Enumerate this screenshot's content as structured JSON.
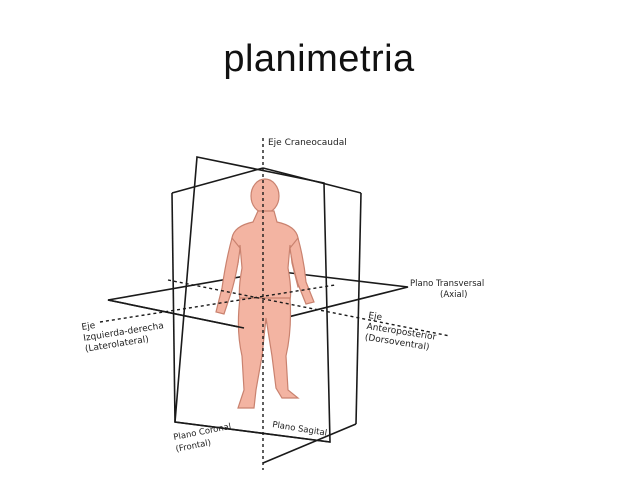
{
  "slide": {
    "title": "planimetria"
  },
  "diagram": {
    "labels": {
      "eje_craneocaudal": "Eje Craneocaudal",
      "plano_transversal": "Plano Transversal",
      "plano_transversal_sub": "(Axial)",
      "eje_lateral": "Eje",
      "eje_lateral_sub1": "Izquierda-derecha",
      "eje_lateral_sub2": "(Laterolateral)",
      "eje_antero": "Eje",
      "eje_antero_sub1": "Anteroposterior",
      "eje_antero_sub2": "(Dorsoventral)",
      "plano_coronal": "Plano Coronal",
      "plano_coronal_sub": "(Frontal)",
      "plano_sagital": "Plano Sagital"
    },
    "colors": {
      "body_fill": "#f3b4a2",
      "body_stroke": "#c9826f",
      "plane_stroke": "#1a1a1a"
    }
  }
}
